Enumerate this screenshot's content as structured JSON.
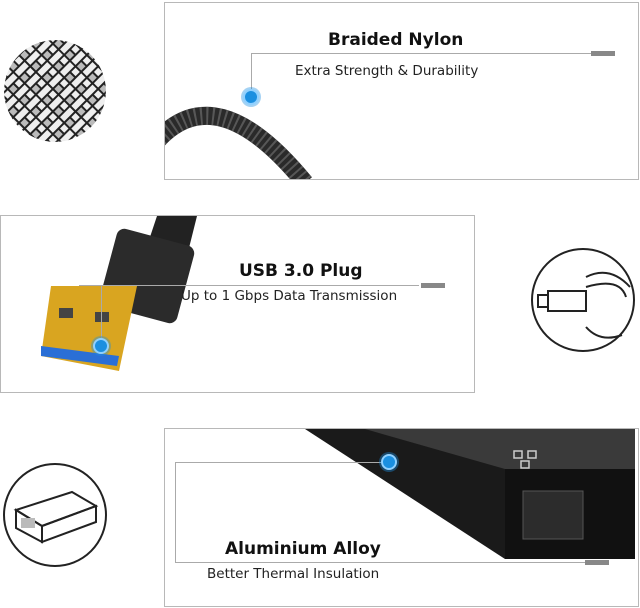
{
  "features": [
    {
      "title": "Braided Nylon",
      "subtitle": "Extra Strength & Durability"
    },
    {
      "title": "USB 3.0 Plug",
      "subtitle": "Up to 1 Gbps Data Transmission"
    },
    {
      "title": "Aluminium Alloy",
      "subtitle": "Better Thermal Insulation"
    }
  ],
  "colors": {
    "accent": "#1b8fe0",
    "border": "#b8b8b8",
    "connector_gold": "#d9a520",
    "usb3_blue": "#2a6fd6"
  }
}
